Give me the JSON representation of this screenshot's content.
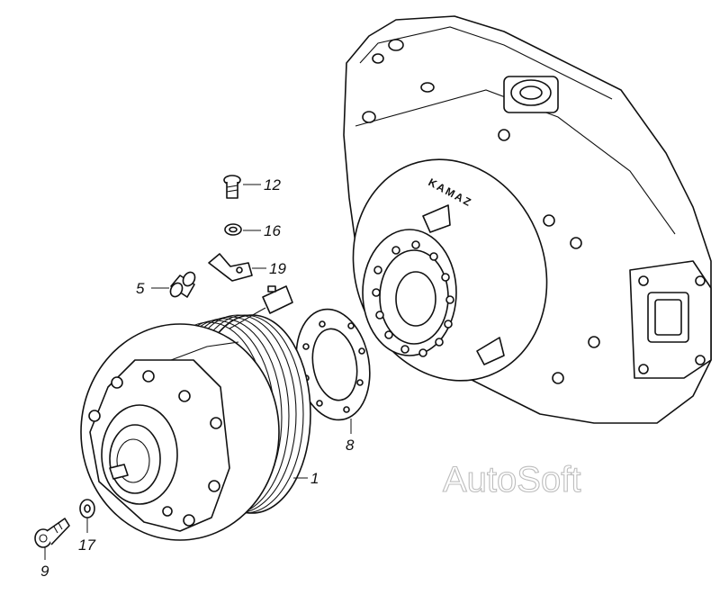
{
  "diagram": {
    "watermark": "AutoSoft",
    "housing_emboss": "KAMAZ",
    "callouts": [
      {
        "id": "12",
        "label": "12"
      },
      {
        "id": "16",
        "label": "16"
      },
      {
        "id": "19",
        "label": "19"
      },
      {
        "id": "5",
        "label": "5"
      },
      {
        "id": "8",
        "label": "8"
      },
      {
        "id": "1",
        "label": "1"
      },
      {
        "id": "17",
        "label": "17"
      },
      {
        "id": "9",
        "label": "9"
      }
    ]
  }
}
